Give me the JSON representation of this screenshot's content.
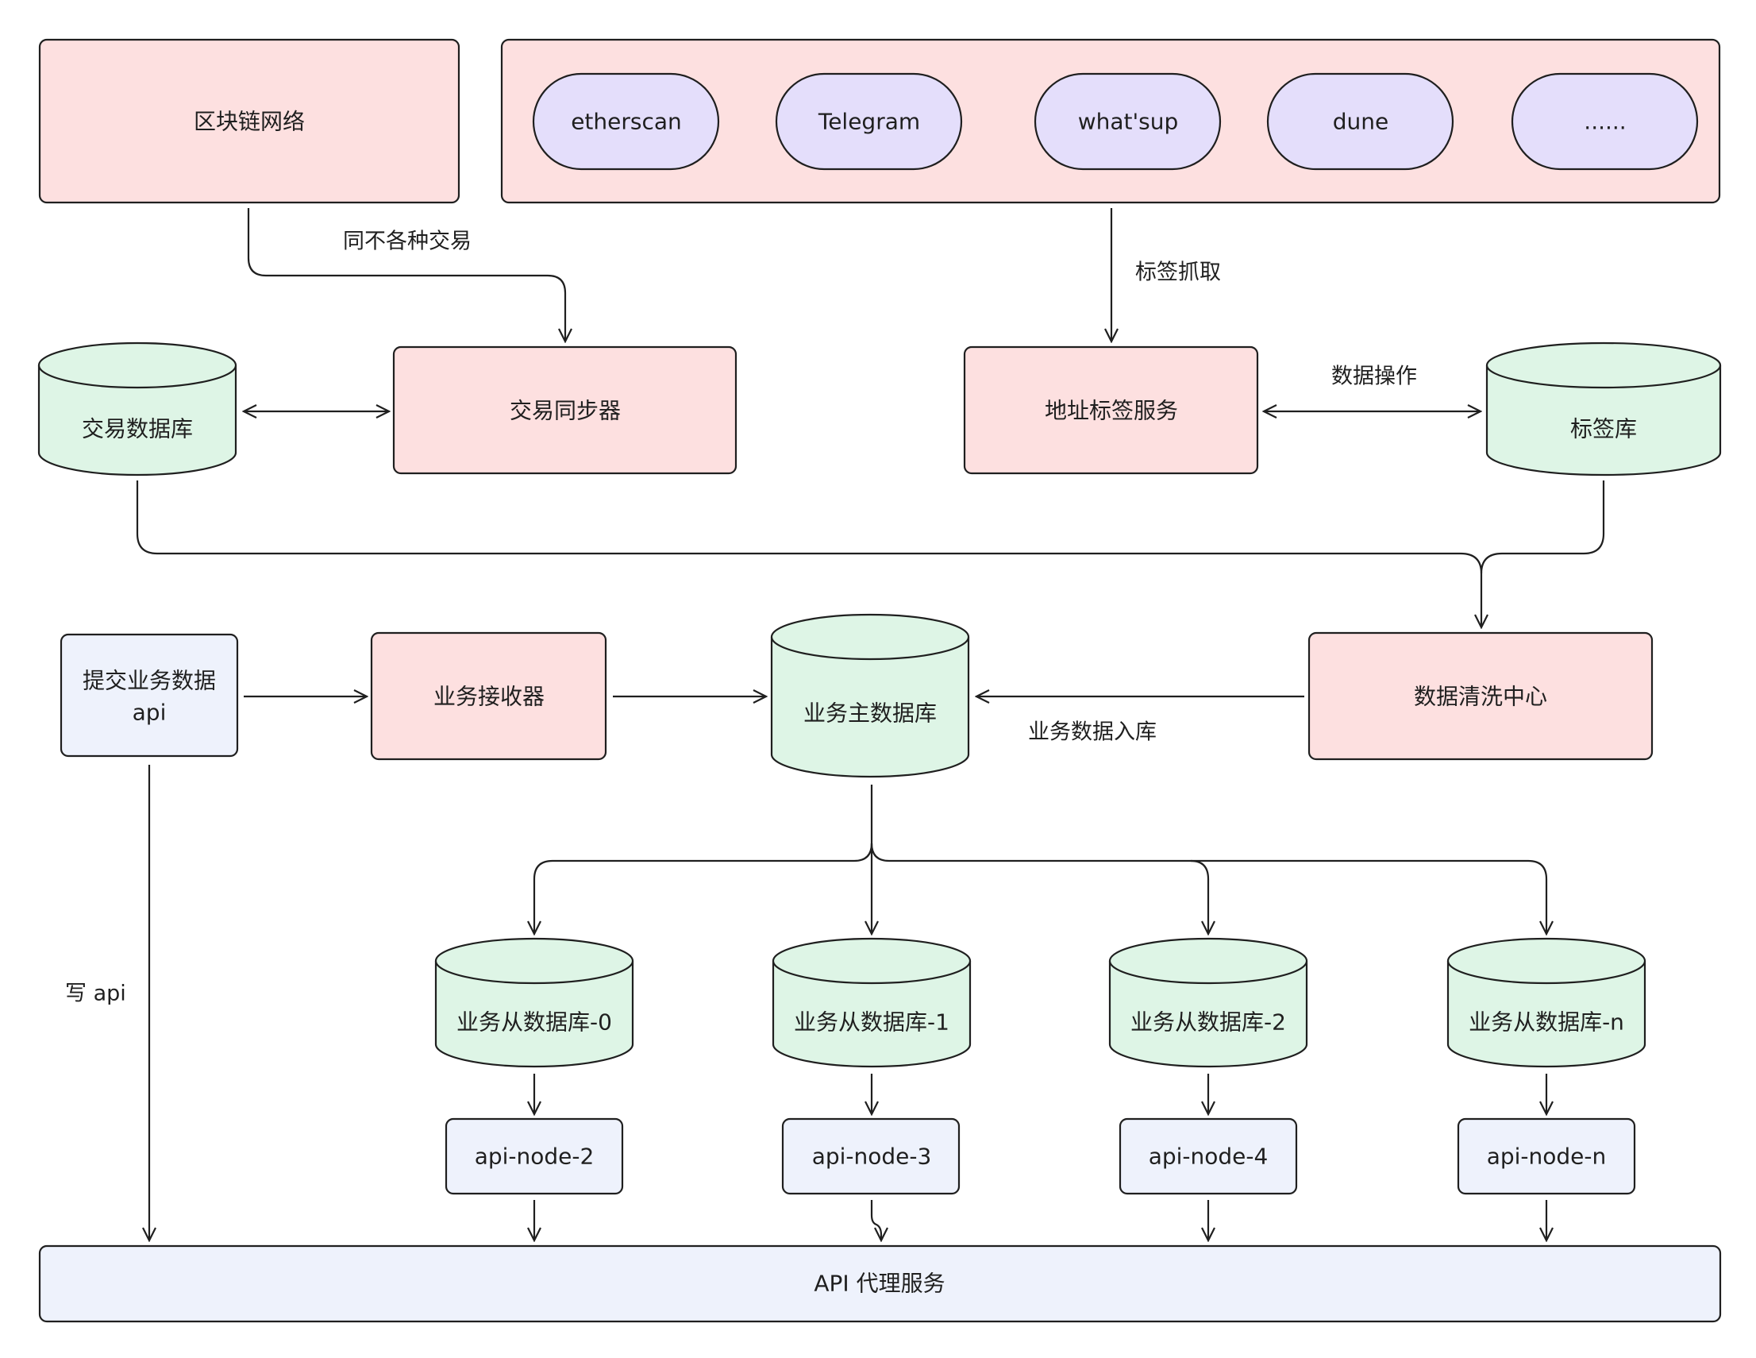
{
  "colors": {
    "source_fill": "#fde0e0",
    "service_fill": "#fde0e0",
    "pill_fill": "#e4defb",
    "db_fill": "#def5e6",
    "api_fill": "#eef2fc",
    "stroke": "#1f1f1f"
  },
  "nodes": {
    "blockchain": "区块链网络",
    "source_etherscan": "etherscan",
    "source_telegram": "Telegram",
    "source_whatsup": "what'sup",
    "source_dune": "dune",
    "source_more": "......",
    "tx_db": "交易数据库",
    "tx_syncer": "交易同步器",
    "addr_label_service": "地址标签服务",
    "label_db": "标签库",
    "submit_api_line1": "提交业务数据",
    "submit_api_line2": "api",
    "biz_receiver": "业务接收器",
    "biz_master_db": "业务主数据库",
    "data_cleaning": "数据清洗中心",
    "replica_0": "业务从数据库-0",
    "replica_1": "业务从数据库-1",
    "replica_2": "业务从数据库-2",
    "replica_n": "业务从数据库-n",
    "api_node_2": "api-node-2",
    "api_node_3": "api-node-3",
    "api_node_4": "api-node-4",
    "api_node_n": "api-node-n",
    "api_proxy": "API 代理服务"
  },
  "edges": {
    "sync_tx": "同不各种交易",
    "label_crawl": "标签抓取",
    "data_ops": "数据操作",
    "biz_ingest": "业务数据入库",
    "write_api": "写 api"
  }
}
